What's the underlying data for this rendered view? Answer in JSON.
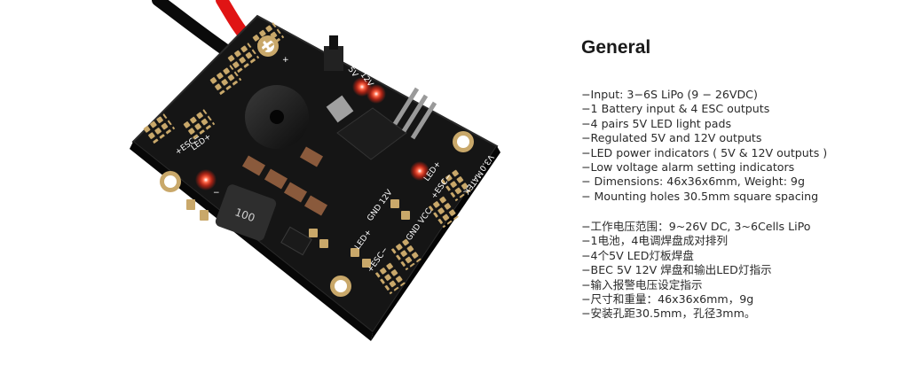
{
  "title": "General",
  "features_en": [
    "−Input: 3−6S LiPo (9 − 26VDC)",
    "−1 Battery input & 4 ESC outputs",
    "−4 pairs 5V LED light pads",
    "−Regulated 5V and 12V outputs",
    "−LED power indicators ( 5V & 12V outputs )",
    "−Low voltage alarm setting indicators",
    "− Dimensions: 46x36x6mm, Weight: 9g",
    "− Mounting holes 30.5mm square spacing"
  ],
  "features_cn": [
    "−工作电压范围：9~26V DC, 3~6Cells LiPo",
    "−1电池，4电调焊盘成对排列",
    "−4个5V LED灯板焊盘",
    "−BEC 5V 12V 焊盘和输出LED灯指示",
    "−输入报警电压设定指示",
    "−尺寸和重量：46x36x6mm，9g",
    "−安装孔距30.5mm，孔径3mm。"
  ],
  "board": {
    "labels": {
      "esc_pad": "+ESC−",
      "led_pad": "LED+",
      "gnd_12v": "GND 12V",
      "gnd_vcc": "GND VCC",
      "inductor": "100",
      "brand": "MATEK",
      "version": "V3.0",
      "volt_5v": "5V",
      "volt_12v": "12V",
      "plus": "+",
      "minus": "−"
    },
    "colors": {
      "pcb": "#111111",
      "pad": "#c9a86a",
      "led": "#ff2a14",
      "wire_red": "#e01414",
      "wire_black": "#0a0a0a"
    }
  }
}
